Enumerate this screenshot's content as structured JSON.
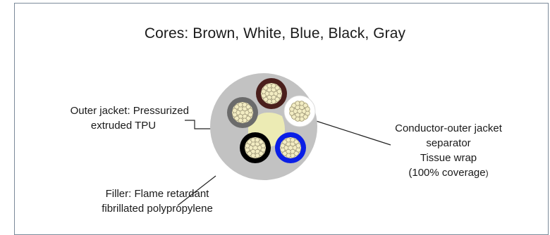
{
  "title": "Cores: Brown, White, Blue, Black, Gray",
  "labels": {
    "outer_jacket_line1": "Outer jacket: Pressurized",
    "outer_jacket_line2": "extruded TPU",
    "separator_line1": "Conductor-outer jacket",
    "separator_line2": "separator",
    "separator_line3": "Tissue wrap",
    "separator_line4": "(100% coverage",
    "separator_line4_suffix": ")",
    "filler_line1": "Filler: Flame retardant",
    "filler_line2": "fibrillated polypropylene"
  },
  "cores": [
    {
      "name": "Brown",
      "insulation_color": "#4a1f1c"
    },
    {
      "name": "White",
      "insulation_color": "#ffffff"
    },
    {
      "name": "Blue",
      "insulation_color": "#0a1ee6"
    },
    {
      "name": "Black",
      "insulation_color": "#000000"
    },
    {
      "name": "Gray",
      "insulation_color": "#6b6b6b"
    }
  ],
  "colors": {
    "jacket": "#c2c2c2",
    "filler": "#ecebb4",
    "strand": "#f2ecc2",
    "strand_outline": "#8a8266",
    "leader": "#222222",
    "frame": "#7b8a9a"
  }
}
